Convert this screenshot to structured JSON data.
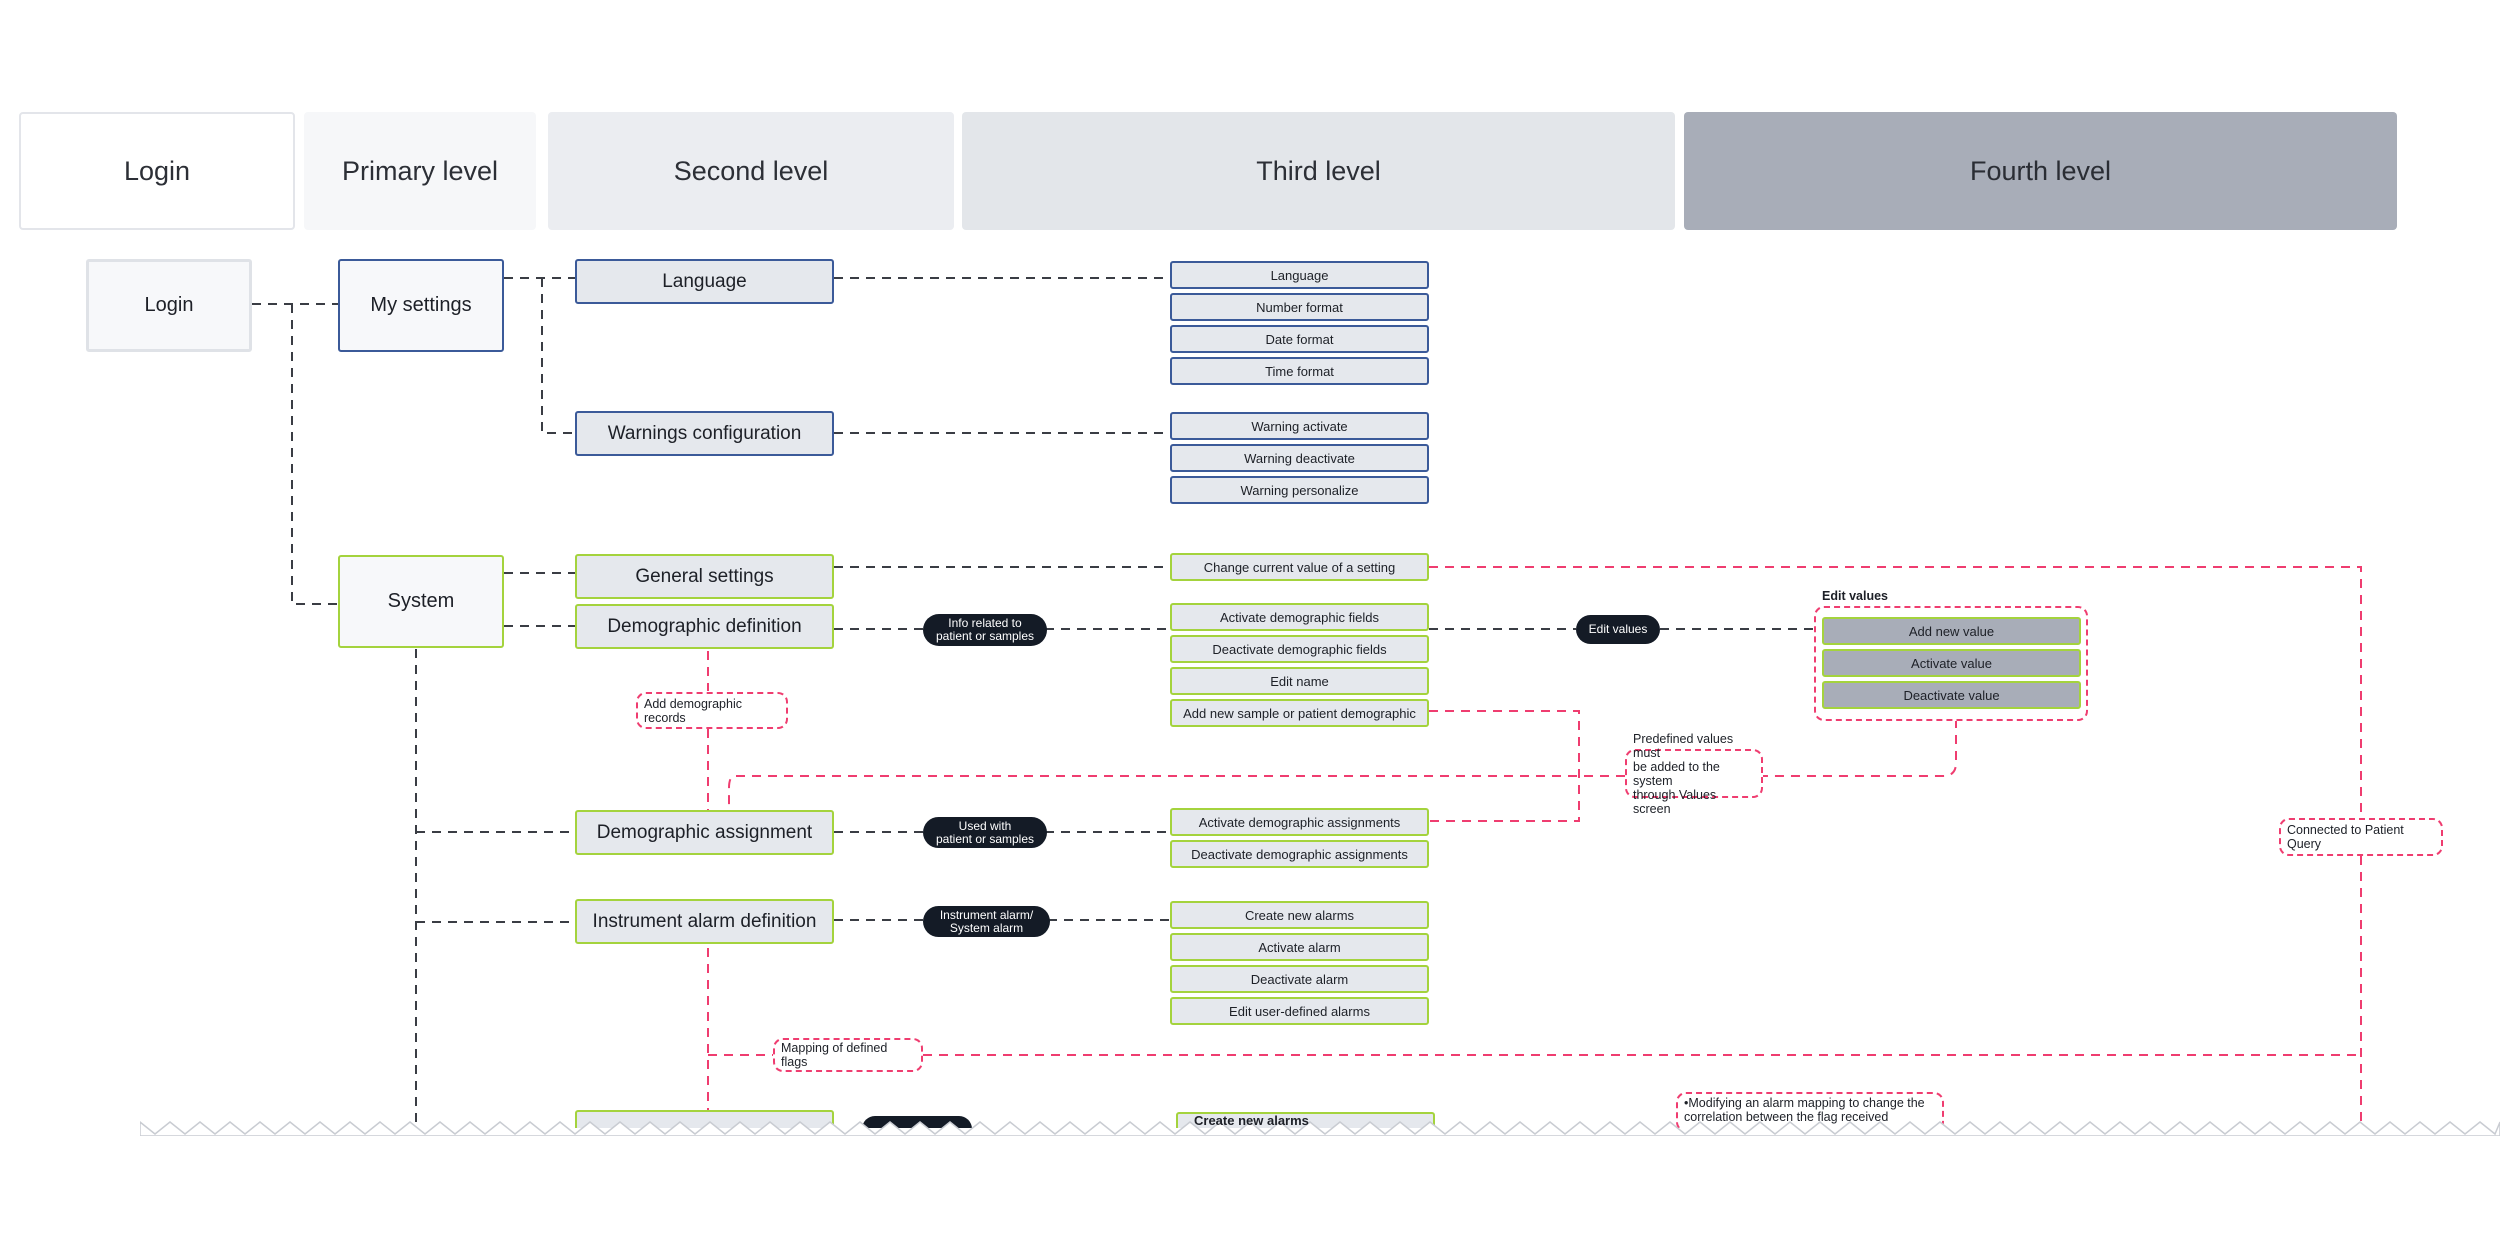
{
  "headers": {
    "login": "Login",
    "primary": "Primary level",
    "second": "Second level",
    "third": "Third level",
    "fourth": "Fourth level"
  },
  "login_node": "Login",
  "primary": {
    "my_settings": "My settings",
    "system": "System"
  },
  "second": {
    "language": "Language",
    "warnings_configuration": "Warnings configuration",
    "general_settings": "General settings",
    "demographic_definition": "Demographic definition",
    "demographic_assignment": "Demographic assignment",
    "instrument_alarm_definition": "Instrument alarm definition"
  },
  "third": {
    "language": [
      "Language",
      "Number format",
      "Date format",
      "Time format"
    ],
    "warnings": [
      "Warning activate",
      "Warning deactivate",
      "Warning personalize"
    ],
    "general_settings": [
      "Change current value of a setting"
    ],
    "demographic_definition": [
      "Activate demographic fields",
      "Deactivate demographic fields",
      "Edit name",
      "Add new sample or patient demographic"
    ],
    "demographic_assignment": [
      "Activate demographic assignments",
      "Deactivate demographic assignments"
    ],
    "instrument_alarm": [
      "Create new alarms",
      "Activate alarm",
      "Deactivate alarm",
      "Edit user-defined alarms"
    ],
    "cut_off": "Create new alarms"
  },
  "fourth": {
    "group_label": "Edit values",
    "items": [
      "Add new value",
      "Activate value",
      "Deactivate value"
    ]
  },
  "pills": {
    "info_related": [
      "Info related to",
      "patient or samples"
    ],
    "edit_values": "Edit values",
    "used_with": [
      "Used with",
      "patient or samples"
    ],
    "instrument_alarm": [
      "Instrument alarm/",
      "System alarm"
    ]
  },
  "notes": {
    "add_demographic_records": "Add demographic records",
    "predefined_values": [
      "Predefined values must",
      "be added to the system",
      "through Values screen"
    ],
    "connected_patient_query": "Connected to Patient Query",
    "mapping_flags": "Mapping of defined flags",
    "modifying_alarm": [
      "•Modifying an alarm mapping to change the",
      "correlation between the flag received"
    ]
  },
  "colors": {
    "blue_border": "#3b5a99",
    "green_border": "#a4d33d",
    "pink_dashed": "#ef3d70",
    "pill_bg": "#141b26",
    "fourth_bg": "#a8adb8"
  }
}
